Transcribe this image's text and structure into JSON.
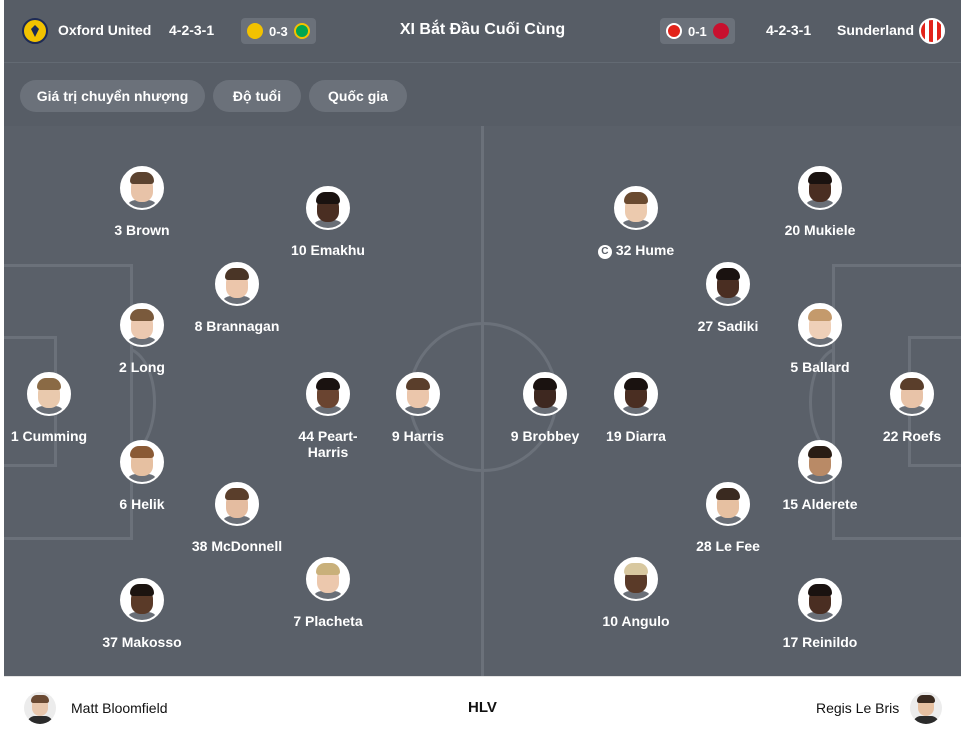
{
  "header": {
    "home_team": "Oxford United",
    "home_formation": "4-2-3-1",
    "home_last_score": "0-3",
    "title": "XI Bắt Đầu Cuối Cùng",
    "away_last_score": "0-1",
    "away_formation": "4-2-3-1",
    "away_team": "Sunderland"
  },
  "filters": [
    "Giá trị chuyển nhượng",
    "Độ tuổi",
    "Quốc gia"
  ],
  "home_players": [
    {
      "label": "1 Cumming",
      "skin": "#e9c9ad",
      "hair": "#8a6a45"
    },
    {
      "label": "3 Brown",
      "skin": "#e8c3a8",
      "hair": "#5c4330"
    },
    {
      "label": "2 Long",
      "skin": "#ecc9b0",
      "hair": "#7a5a3c"
    },
    {
      "label": "6 Helik",
      "skin": "#e6c0a1",
      "hair": "#8a5a35"
    },
    {
      "label": "37 Makosso",
      "skin": "#5a3a28",
      "hair": "#1c1410"
    },
    {
      "label": "8 Brannagan",
      "skin": "#ecc6ab",
      "hair": "#4a3526"
    },
    {
      "label": "38 McDonnell",
      "skin": "#e4bca0",
      "hair": "#5a3e2b"
    },
    {
      "label": "10 Emakhu",
      "skin": "#4a2e22",
      "hair": "#1a1210"
    },
    {
      "label": "44 Peart-Harris",
      "skin": "#6a4430",
      "hair": "#1a1210"
    },
    {
      "label": "7 Placheta",
      "skin": "#ecc8ad",
      "hair": "#c9b07a"
    },
    {
      "label": "9 Harris",
      "skin": "#ebc6ab",
      "hair": "#5a3e2b"
    }
  ],
  "away_players": [
    {
      "label": "22 Roefs",
      "skin": "#e8c3a8",
      "hair": "#5a3e2b"
    },
    {
      "label": "20 Mukiele",
      "skin": "#4a2e22",
      "hair": "#1a1210"
    },
    {
      "label": "5 Ballard",
      "skin": "#efd0b8",
      "hair": "#c49a6c"
    },
    {
      "label": "15 Alderete",
      "skin": "#b98a66",
      "hair": "#2a1d15"
    },
    {
      "label": "17 Reinildo",
      "skin": "#4a2e22",
      "hair": "#1a1210"
    },
    {
      "label": "32 Hume",
      "captain": true,
      "skin": "#eccaae",
      "hair": "#6a4a30"
    },
    {
      "label": "27 Sadiki",
      "skin": "#4a2e22",
      "hair": "#1a1210"
    },
    {
      "label": "28 Le Fee",
      "skin": "#e6c0a1",
      "hair": "#3a2a20"
    },
    {
      "label": "19 Diarra",
      "skin": "#4a2e22",
      "hair": "#1a1210"
    },
    {
      "label": "10 Angulo",
      "skin": "#5a3a28",
      "hair": "#d8c8a0"
    },
    {
      "label": "9 Brobbey",
      "skin": "#3e2820",
      "hair": "#1a1210"
    }
  ],
  "coach": {
    "label": "HLV",
    "home_coach": "Matt Bloomfield",
    "away_coach": "Regis Le Bris"
  },
  "colors": {
    "header_bg": "#575d66",
    "pitch_bg": "#5a6069",
    "pitch_lines": "#6b717a",
    "oxford_yellow": "#f2c200",
    "norwich_green": "#00a650",
    "sunderland_red": "#e2231a",
    "liverpool_red": "#c8102e"
  }
}
